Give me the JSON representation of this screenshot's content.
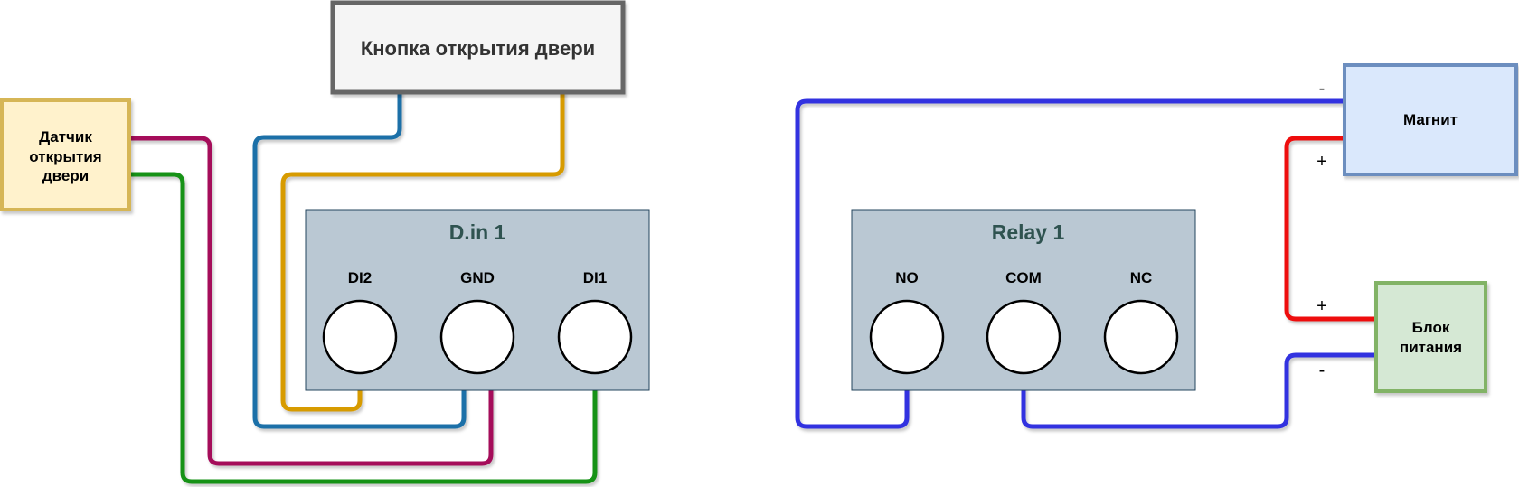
{
  "button_box": {
    "label": "Кнопка открытия двери"
  },
  "sensor_box": {
    "lines": [
      "Датчик",
      "открытия",
      "двери"
    ]
  },
  "din_module": {
    "title": "D.in 1",
    "terminals": [
      "DI2",
      "GND",
      "DI1"
    ]
  },
  "relay_module": {
    "title": "Relay 1",
    "terminals": [
      "NO",
      "COM",
      "NC"
    ]
  },
  "magnet_box": {
    "label": "Магнит"
  },
  "psu_box": {
    "lines": [
      "Блок",
      "питания"
    ]
  },
  "polarity": {
    "magnet_minus": "-",
    "magnet_plus": "+",
    "psu_plus": "+",
    "psu_minus": "-"
  },
  "colors": {
    "wire_blue_dark": "#1a6fa8",
    "wire_orange": "#d79b00",
    "wire_purple": "#a50f5a",
    "wire_green": "#179217",
    "wire_blue": "#3030e0",
    "wire_red": "#ee1111",
    "module_fill": "#bac8d3",
    "module_title": "#2f5350"
  }
}
